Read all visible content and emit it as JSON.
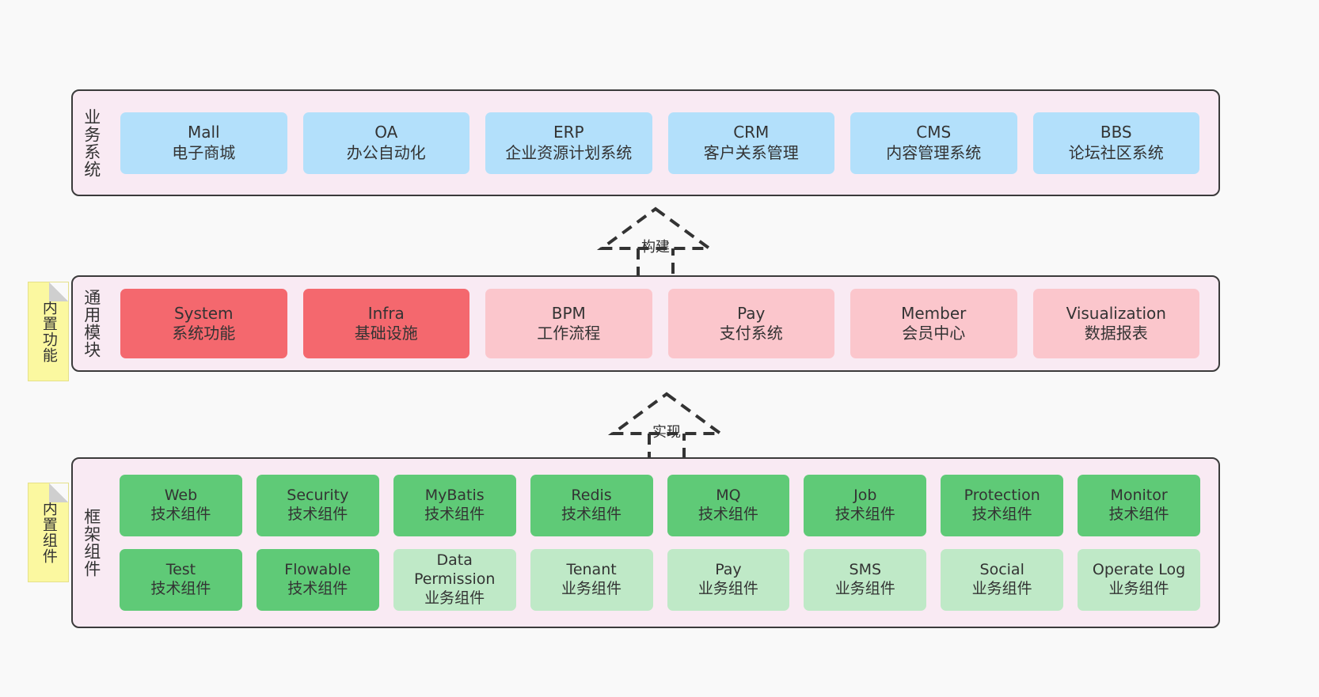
{
  "diagram": {
    "background_color": "#f9f9f9",
    "layer_fill": "#f9eaf3",
    "layer_border": "#3b3b3b",
    "note_fill": "#fbf8a0"
  },
  "layers": [
    {
      "id": "business",
      "title": "业务系统",
      "boxes": [
        {
          "en": "Mall",
          "cn": "电子商城",
          "color": "#b3e0fb",
          "style": "blue"
        },
        {
          "en": "OA",
          "cn": "办公自动化",
          "color": "#b3e0fb",
          "style": "blue"
        },
        {
          "en": "ERP",
          "cn": "企业资源计划系统",
          "color": "#b3e0fb",
          "style": "blue"
        },
        {
          "en": "CRM",
          "cn": "客户关系管理",
          "color": "#b3e0fb",
          "style": "blue"
        },
        {
          "en": "CMS",
          "cn": "内容管理系统",
          "color": "#b3e0fb",
          "style": "blue"
        },
        {
          "en": "BBS",
          "cn": "论坛社区系统",
          "color": "#b3e0fb",
          "style": "blue"
        }
      ]
    },
    {
      "id": "modules",
      "title": "通用模块",
      "note": "内置功能",
      "boxes": [
        {
          "en": "System",
          "cn": "系统功能",
          "color": "#f4686e",
          "style": "red"
        },
        {
          "en": "Infra",
          "cn": "基础设施",
          "color": "#f4686e",
          "style": "red"
        },
        {
          "en": "BPM",
          "cn": "工作流程",
          "color": "#fbc6cc",
          "style": "pink"
        },
        {
          "en": "Pay",
          "cn": "支付系统",
          "color": "#fbc6cc",
          "style": "pink"
        },
        {
          "en": "Member",
          "cn": "会员中心",
          "color": "#fbc6cc",
          "style": "pink"
        },
        {
          "en": "Visualization",
          "cn": "数据报表",
          "color": "#fbc6cc",
          "style": "pink"
        }
      ]
    },
    {
      "id": "framework",
      "title": "框架组件",
      "note": "内置组件",
      "rows": [
        [
          {
            "en": "Web",
            "cn": "技术组件",
            "color": "#5fca77",
            "style": "green"
          },
          {
            "en": "Security",
            "cn": "技术组件",
            "color": "#5fca77",
            "style": "green"
          },
          {
            "en": "MyBatis",
            "cn": "技术组件",
            "color": "#5fca77",
            "style": "green"
          },
          {
            "en": "Redis",
            "cn": "技术组件",
            "color": "#5fca77",
            "style": "green"
          },
          {
            "en": "MQ",
            "cn": "技术组件",
            "color": "#5fca77",
            "style": "green"
          },
          {
            "en": "Job",
            "cn": "技术组件",
            "color": "#5fca77",
            "style": "green"
          },
          {
            "en": "Protection",
            "cn": "技术组件",
            "color": "#5fca77",
            "style": "green"
          },
          {
            "en": "Monitor",
            "cn": "技术组件",
            "color": "#5fca77",
            "style": "green"
          }
        ],
        [
          {
            "en": "Test",
            "cn": "技术组件",
            "color": "#5fca77",
            "style": "green"
          },
          {
            "en": "Flowable",
            "cn": "技术组件",
            "color": "#5fca77",
            "style": "green"
          },
          {
            "en": "Data",
            "en2": "Permission",
            "cn": "业务组件",
            "color": "#bfe9c7",
            "style": "lightgreen"
          },
          {
            "en": "Tenant",
            "cn": "业务组件",
            "color": "#bfe9c7",
            "style": "lightgreen"
          },
          {
            "en": "Pay",
            "cn": "业务组件",
            "color": "#bfe9c7",
            "style": "lightgreen"
          },
          {
            "en": "SMS",
            "cn": "业务组件",
            "color": "#bfe9c7",
            "style": "lightgreen"
          },
          {
            "en": "Social",
            "cn": "业务组件",
            "color": "#bfe9c7",
            "style": "lightgreen"
          },
          {
            "en": "Operate Log",
            "cn": "业务组件",
            "color": "#bfe9c7",
            "style": "lightgreen"
          }
        ]
      ]
    }
  ],
  "connectors": [
    {
      "id": "build",
      "label": "构建"
    },
    {
      "id": "implement",
      "label": "实现"
    }
  ]
}
